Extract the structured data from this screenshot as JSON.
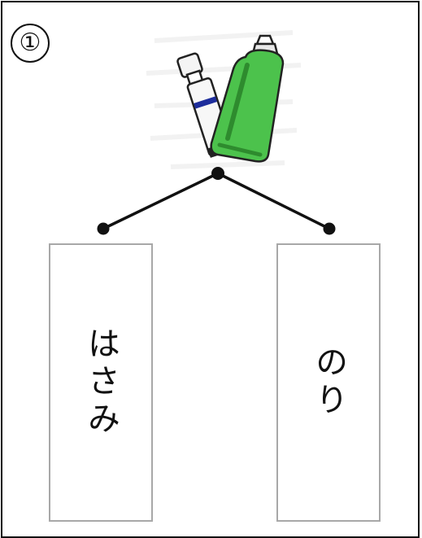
{
  "question": {
    "number": "①"
  },
  "illustration": {
    "icons": [
      "glue-stick-icon",
      "glue-bottle-icon"
    ],
    "colors": {
      "bottle_green": "#4cc24c",
      "bottle_dark": "#2e8b2e",
      "stick_band": "#1d2d9c"
    }
  },
  "choices": [
    {
      "word": "はさみ"
    },
    {
      "word": "のり"
    }
  ],
  "colors": {
    "line": "#111111",
    "box_border": "#a8a8a8"
  }
}
